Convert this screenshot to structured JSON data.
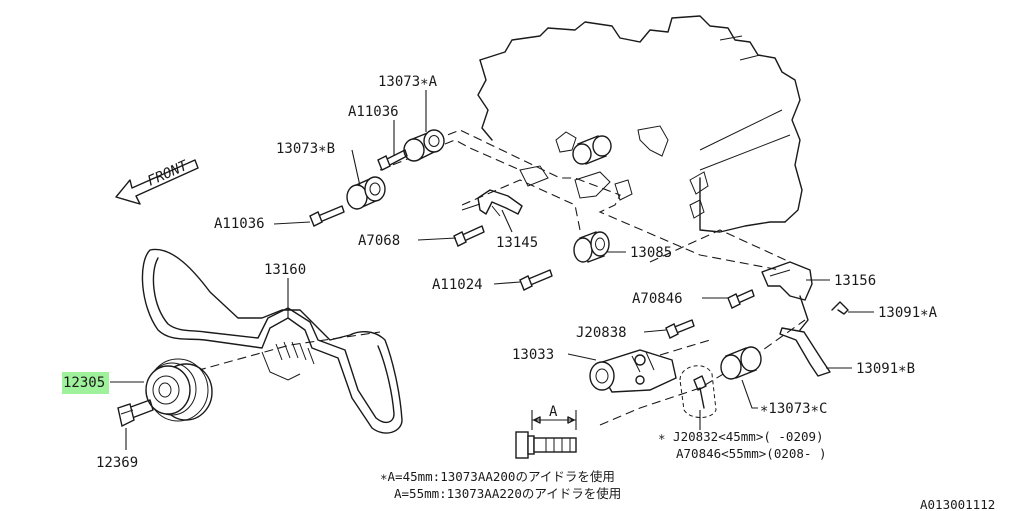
{
  "labels": {
    "p13073a": "13073∗A",
    "a11036_top": "A11036",
    "p13073b": "13073∗B",
    "a11036_left": "A11036",
    "a7068": "A7068",
    "p13145": "13145",
    "p13085": "13085",
    "a11024": "A11024",
    "p13160": "13160",
    "p13156": "13156",
    "a70846": "A70846",
    "p13091a": "13091∗A",
    "j20838": "J20838",
    "p13033": "13033",
    "p13091b": "13091∗B",
    "p12305": "12305",
    "p12369": "12369",
    "p13073c": "∗13073∗C",
    "note_j20832": "∗ J20832<45mm>( -0209)",
    "note_a70846": "A70846<55mm>(0208- )",
    "dim_a": "A",
    "front": "FRONT"
  },
  "footnotes": {
    "line1": "∗A=45mm:13073AA200のアイドラを使用",
    "line2": "A=55mm:13073AA220のアイドラを使用"
  },
  "diagram_code": "A013001112",
  "highlight": {
    "part": "12305",
    "color": "#8ef08a"
  }
}
